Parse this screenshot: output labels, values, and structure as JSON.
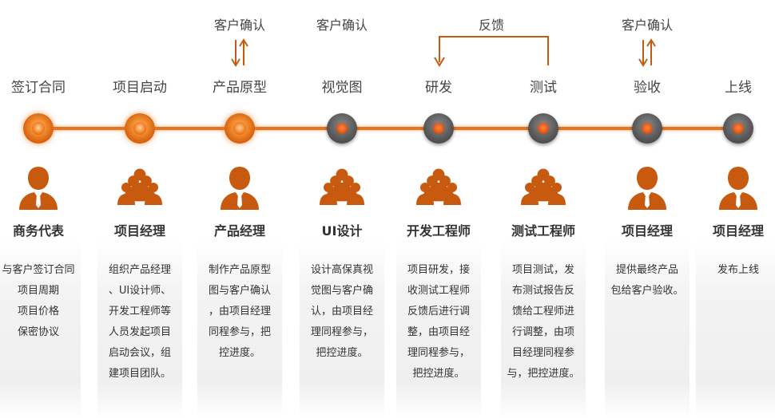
{
  "stages": [
    {
      "label": "签订合同",
      "node": "orange",
      "top": "",
      "role": "商务代表",
      "icon": "single",
      "desc": [
        "与客户签订合同",
        "项目周期",
        "项目价格",
        "保密协议"
      ]
    },
    {
      "label": "项目启动",
      "node": "orange",
      "top": "",
      "role": "项目经理",
      "icon": "group",
      "desc": [
        "组织产品经理",
        "、UI设计师、",
        "开发工程师等",
        "人员发起项目",
        "启动会议，组",
        "建项目团队。"
      ]
    },
    {
      "label": "产品原型",
      "node": "orange",
      "top": "客户确认",
      "role": "产品经理",
      "icon": "single",
      "desc": [
        "制作产品原型",
        "图与客户确认",
        "，由项目经理",
        "同程参与，把",
        "控进度。"
      ]
    },
    {
      "label": "视觉图",
      "node": "gray",
      "top": "客户确认",
      "role": "UI设计",
      "icon": "group",
      "desc": [
        "设计高保真视",
        "觉图与客户确",
        "认，由项目经",
        "理同程参与，",
        "把控进度。"
      ]
    },
    {
      "label": "研发",
      "node": "gray",
      "top": "",
      "role": "开发工程师",
      "icon": "group",
      "desc": [
        "项目研发，接",
        "收测试工程师",
        "反馈后进行调",
        "整，由项目经",
        "理同程参与，",
        "把控进度。"
      ]
    },
    {
      "label": "测试",
      "node": "gray",
      "top": "",
      "role": "测试工程师",
      "icon": "group",
      "desc": [
        "项目测试，发",
        "布测试报告反",
        "馈给工程师进",
        "行调整，由项",
        "目经理同程参",
        "与，把控进度。"
      ]
    },
    {
      "label": "验收",
      "node": "gray",
      "top": "客户确认",
      "role": "项目经理",
      "icon": "single",
      "desc": [
        "提供最终产品",
        "包给客户验收。"
      ]
    },
    {
      "label": "上线",
      "node": "gray",
      "top": "",
      "role": "项目经理",
      "icon": "single",
      "desc": [
        "发布上线"
      ]
    }
  ],
  "feedback_label": "反馈",
  "colors": {
    "accent": "#e8741e",
    "icon": "#c85a10",
    "text": "#333333"
  }
}
